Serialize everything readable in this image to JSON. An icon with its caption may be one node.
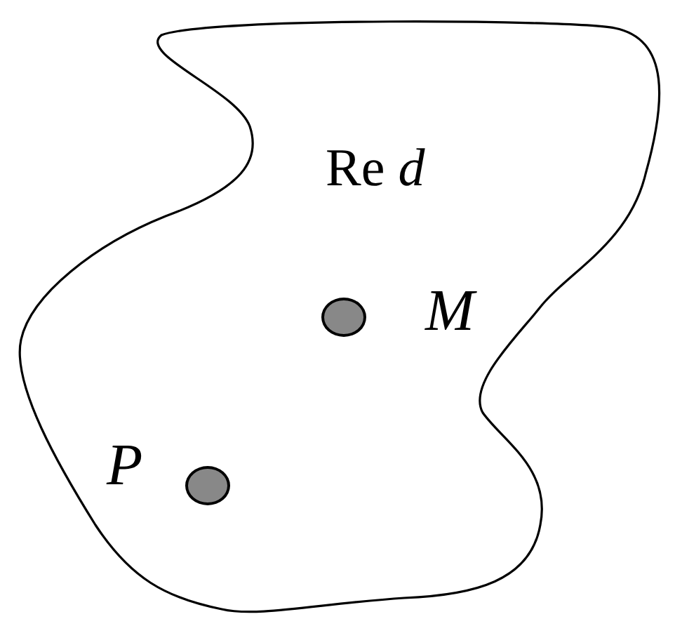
{
  "diagram": {
    "nodes": [
      {
        "text": [
          "Re *d*"
        ]
      },
      {
        "text": [],
        "shape": "circle",
        "in": 0,
        "beside": [
          "M"
        ]
      },
      {
        "text": [],
        "shape": "circle",
        "in": 0,
        "beside": [
          "P"
        ]
      }
    ]
  }
}
